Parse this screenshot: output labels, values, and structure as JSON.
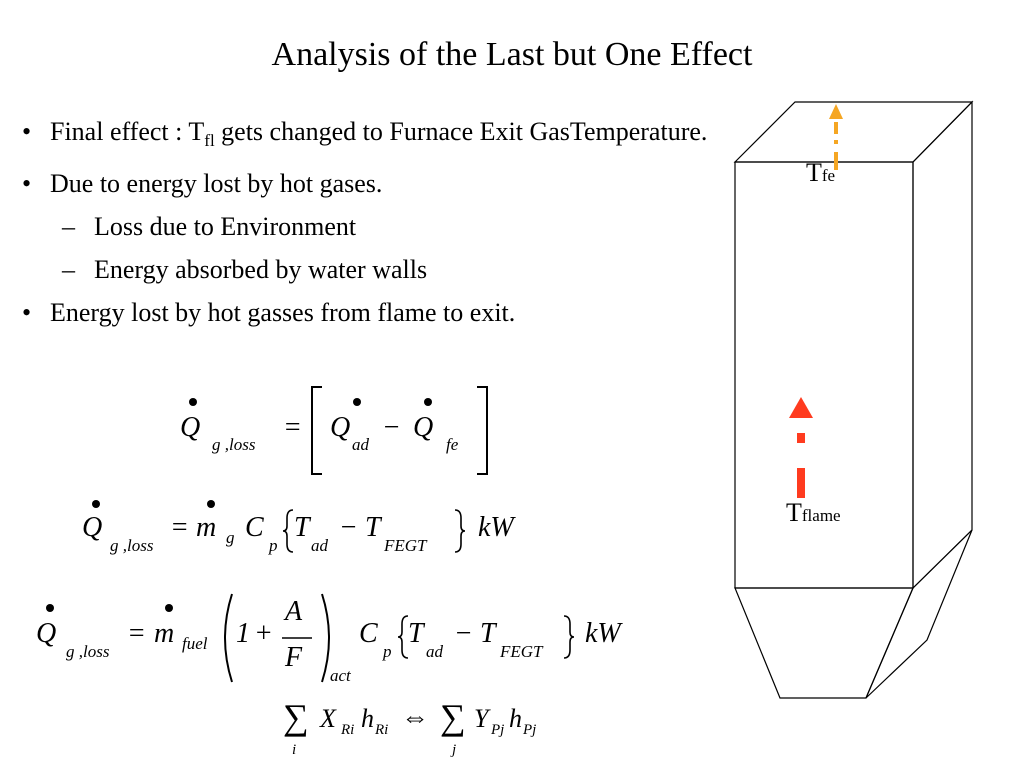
{
  "slide": {
    "title": "Analysis of the Last but One Effect",
    "bullets": [
      {
        "pre": "Final effect : T",
        "sub": "fl",
        "post": "  gets changed to Furnace Exit GasTemperature."
      },
      {
        "text": "Due to energy lost by hot gases.",
        "children": [
          "Loss due to Environment",
          "Energy absorbed by water walls"
        ]
      },
      {
        "text": "Energy lost by hot gasses from flame to exit."
      }
    ],
    "bullet_mark": "•",
    "sub_mark": "–"
  },
  "equations": {
    "eq1": {
      "Q": "Q",
      "lhs_sub": "g ,loss",
      "equals": "=",
      "ad_sub": "ad",
      "minus": "−",
      "fe_sub": "fe"
    },
    "eq2": {
      "Q": "Q",
      "lhs_sub": "g ,loss",
      "equals": "=",
      "m": "m",
      "m_sub": "g",
      "C": "C",
      "p": "p",
      "T": "T",
      "ad": "ad",
      "minus": "−",
      "FEGT": "FEGT",
      "unit": "kW"
    },
    "eq3": {
      "Q": "Q",
      "lhs_sub": "g ,loss",
      "equals": "=",
      "m": "m",
      "fuel": "fuel",
      "one": "1",
      "plus": "+",
      "A": "A",
      "F": "F",
      "act": "act",
      "C": "C",
      "p": "p",
      "T": "T",
      "ad": "ad",
      "minus": "−",
      "FEGT": "FEGT",
      "unit": "kW"
    },
    "eq4": {
      "sum": "∑",
      "X": "X",
      "Ri": "Ri",
      "h": "h",
      "i": "i",
      "iff": "⇔",
      "Y": "Y",
      "Pj": "Pj",
      "j": "j"
    }
  },
  "furnace": {
    "tfe_main": "T",
    "tfe_sub": "fe",
    "tflame_main": "T",
    "tflame_sub": "flame",
    "arrow_exit_color": "#f5a623",
    "arrow_flame_color": "#ff3b1f"
  }
}
